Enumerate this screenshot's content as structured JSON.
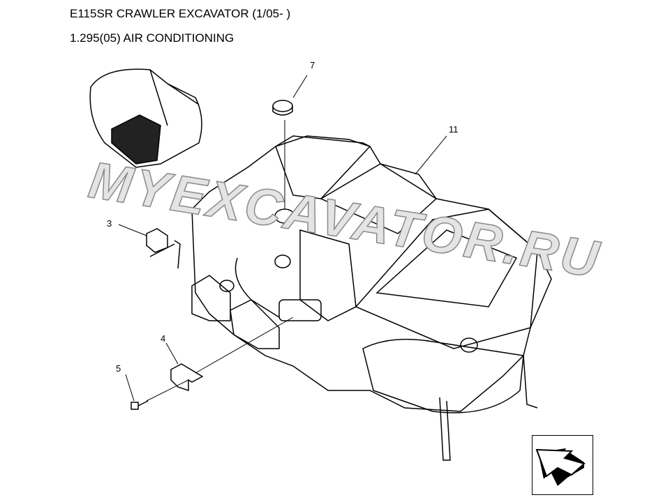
{
  "header": {
    "title": "E115SR CRAWLER EXCAVATOR (1/05- )",
    "subtitle": "1.295(05) AIR CONDITIONING"
  },
  "callouts": [
    "7",
    "11",
    "3",
    "4",
    "5"
  ],
  "watermark": "MYEXCAVATOR.RU",
  "nav": {
    "icon": "arrow-up-left-icon"
  }
}
